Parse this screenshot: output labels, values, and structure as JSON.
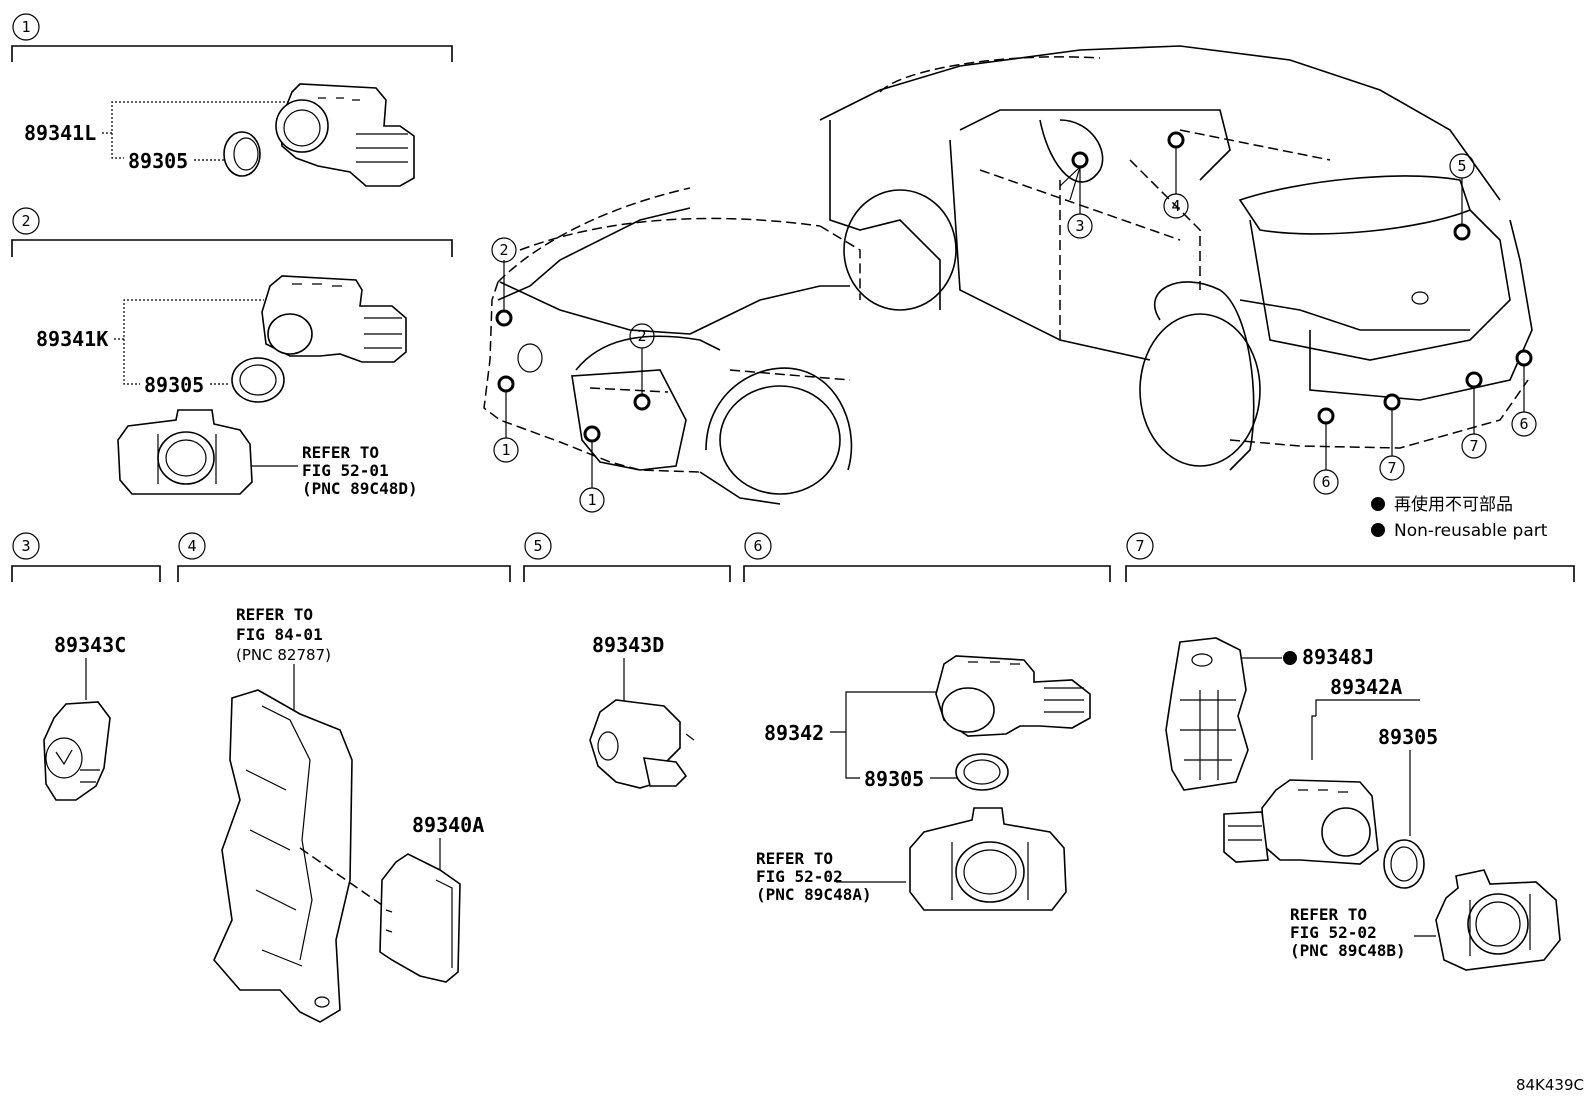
{
  "sections": {
    "s1": {
      "num": "1",
      "callouts": [
        "89341L",
        "89305"
      ]
    },
    "s2": {
      "num": "2",
      "callouts": [
        "89341K",
        "89305"
      ],
      "ref": [
        "REFER TO",
        "FIG 52-01",
        "(PNC 89C48D)"
      ]
    },
    "s3": {
      "num": "3",
      "callouts": [
        "89343C"
      ]
    },
    "s4": {
      "num": "4",
      "callouts": [
        "89340A"
      ],
      "ref": [
        "REFER TO",
        "FIG 84-01",
        "(PNC 82787)"
      ]
    },
    "s5": {
      "num": "5",
      "callouts": [
        "89343D"
      ]
    },
    "s6": {
      "num": "6",
      "callouts": [
        "89342",
        "89305"
      ],
      "ref": [
        "REFER TO",
        "FIG 52-02",
        "(PNC 89C48A)"
      ]
    },
    "s7": {
      "num": "7",
      "callouts": [
        "89348J",
        "89342A",
        "89305"
      ],
      "ref": [
        "REFER TO",
        "FIG 52-02",
        "(PNC 89C48B)"
      ]
    }
  },
  "vehicle_markers": [
    "2",
    "1",
    "2",
    "1",
    "3",
    "4",
    "5",
    "6",
    "7",
    "7",
    "6"
  ],
  "legend": {
    "jp": "再使用不可部品",
    "en": "Non-reusable part"
  },
  "diagram_code": "84K439C",
  "colors": {
    "ink": "#000000",
    "background": "#ffffff"
  }
}
